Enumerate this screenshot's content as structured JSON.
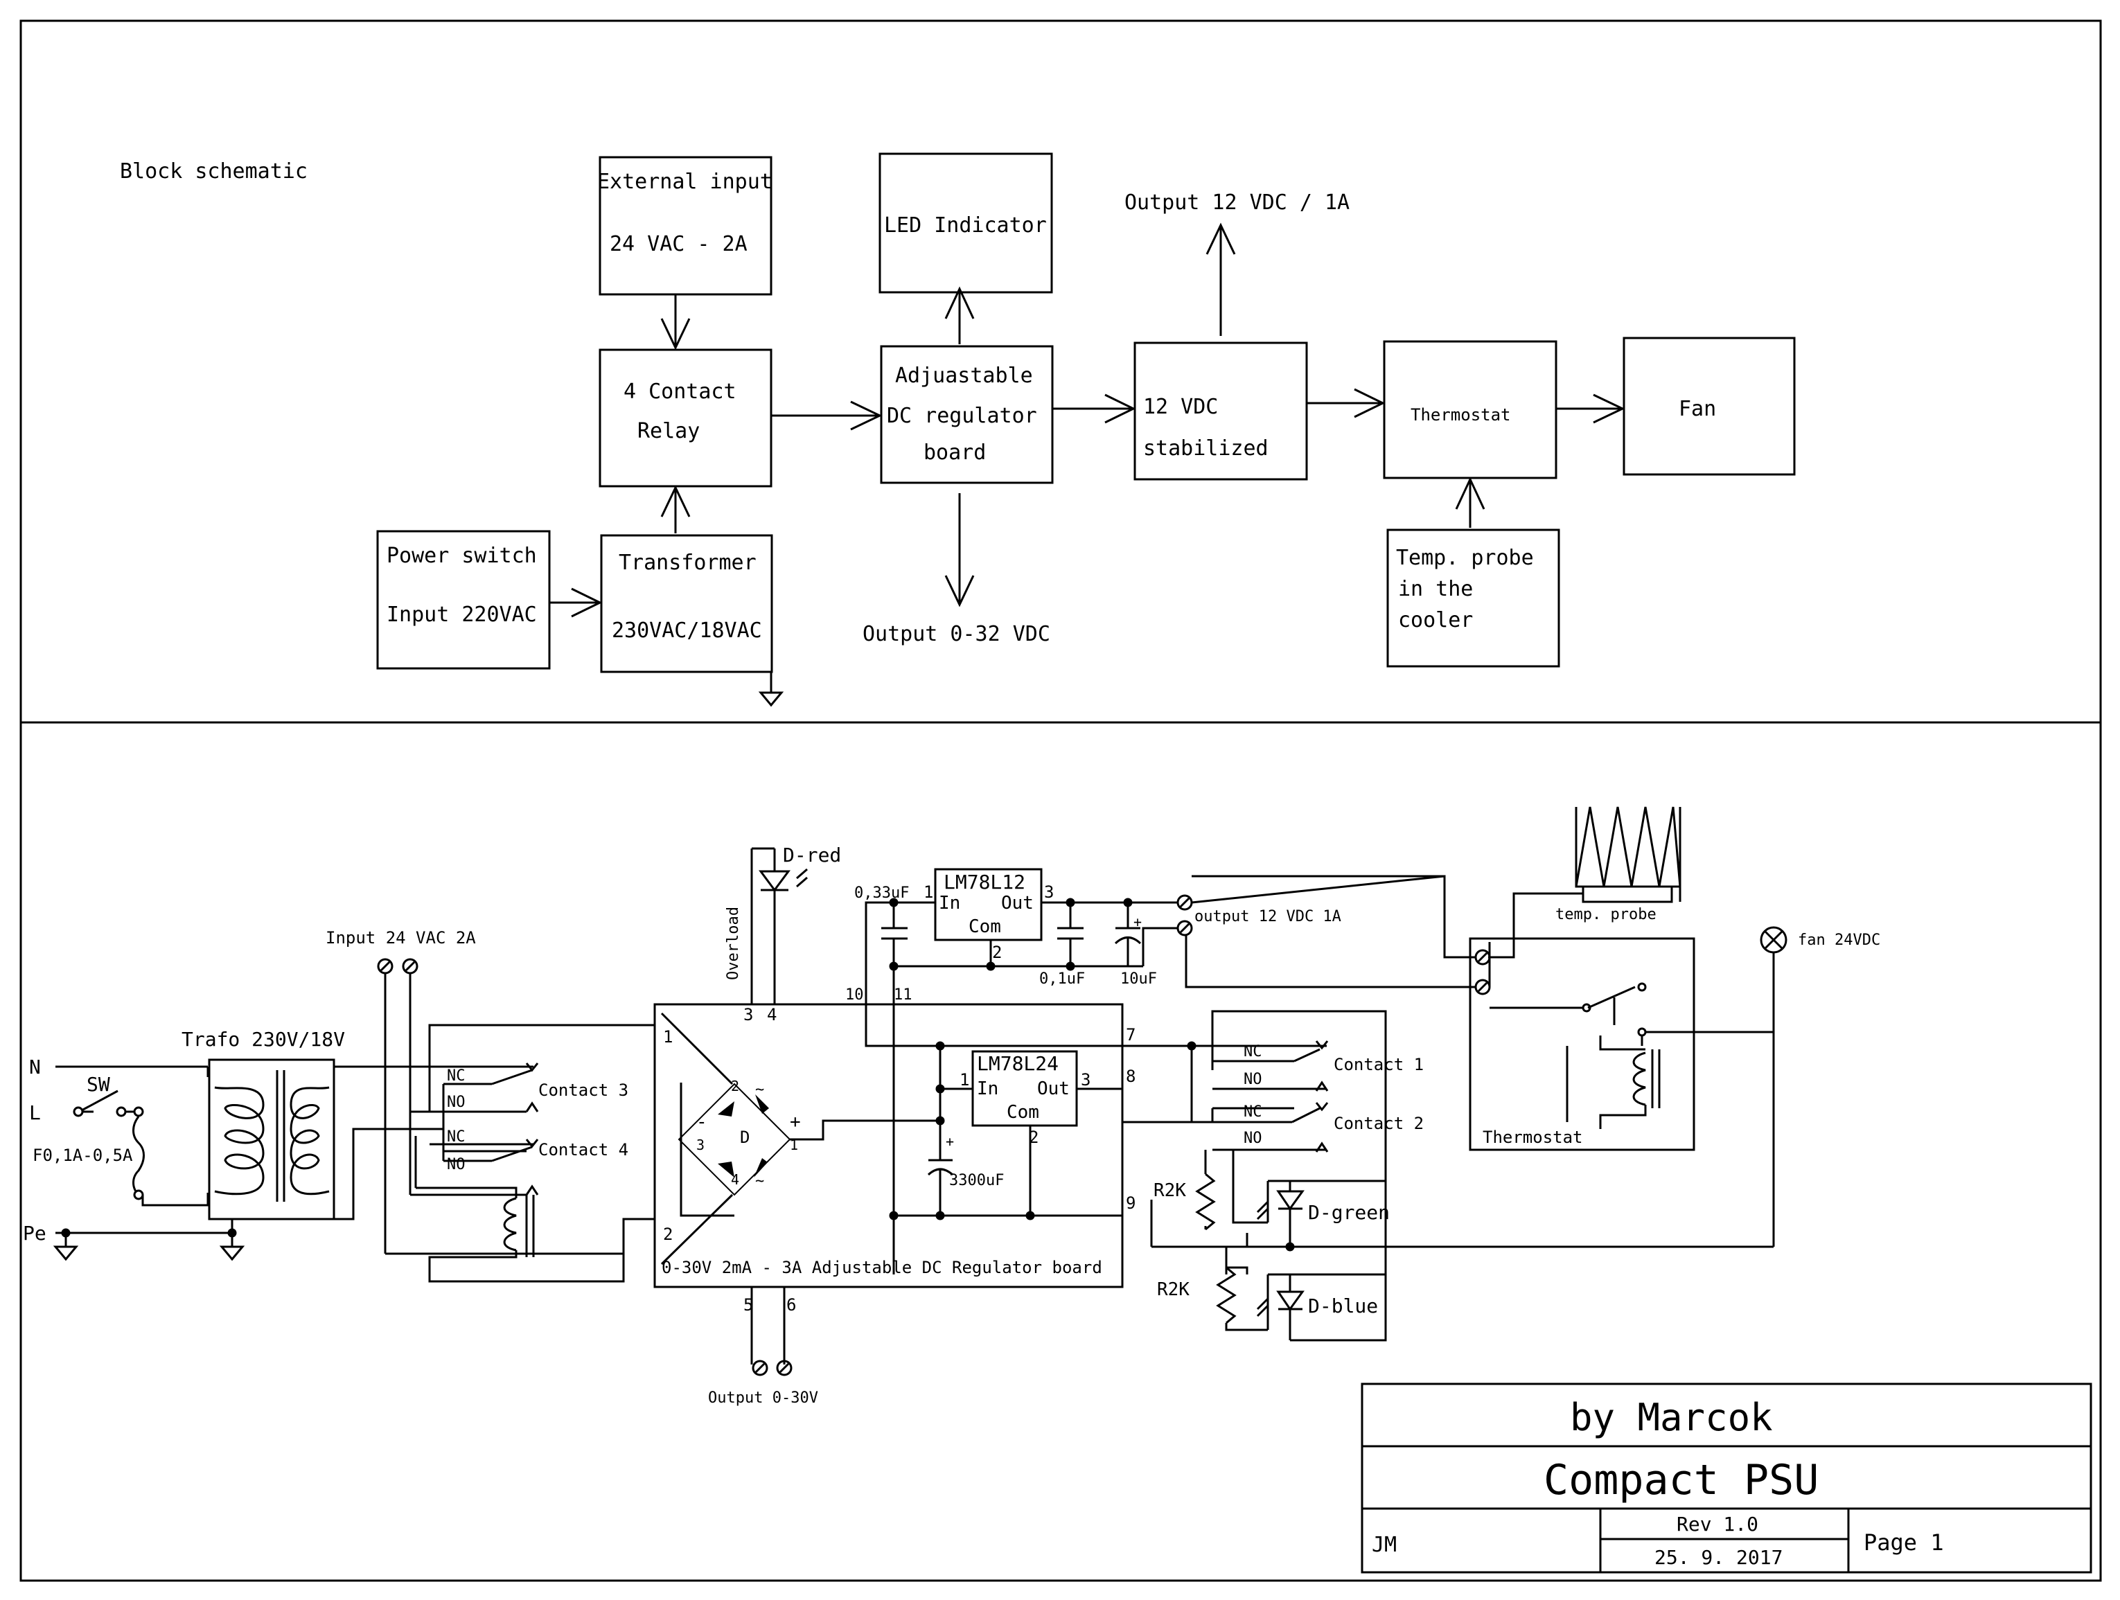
{
  "block": {
    "heading": "Block schematic",
    "ext_input_l1": "External input",
    "ext_input_l2": "24 VAC - 2A",
    "led_indicator": "LED Indicator",
    "output12_top": "Output 12 VDC / 1A",
    "relay_l1": "4 Contact",
    "relay_l2": "Relay",
    "adj_l1": "Adjuastable",
    "adj_l2": "DC regulator",
    "adj_l3": "board",
    "stab_l1": "12 VDC",
    "stab_l2": "stabilized",
    "thermostat": "Thermostat",
    "fan": "Fan",
    "power_l1": "Power switch",
    "power_l2": "Input 220VAC",
    "trafo_l1": "Transformer",
    "trafo_l2": "230VAC/18VAC",
    "out_0_32": "Output 0-32 VDC",
    "probe_l1": "Temp. probe",
    "probe_l2": "in the",
    "probe_l3": "cooler"
  },
  "schem": {
    "input24": "Input 24 VAC 2A",
    "trafo": "Trafo 230V/18V",
    "n": "N",
    "l": "L",
    "sw": "SW",
    "pe": "Pe",
    "fuse": "F0,1A-0,5A",
    "nc": "NC",
    "no": "NO",
    "contact3": "Contact 3",
    "contact4": "Contact 4",
    "contact1": "Contact 1",
    "contact2": "Contact 2",
    "overload": "Overload",
    "dred": "D-red",
    "cap033": "0,33uF",
    "lm12": "LM78L12",
    "in": "In",
    "out": "Out",
    "com": "Com",
    "cap01": "0,1uF",
    "cap10": "10uF",
    "output12": "output  12 VDC 1A",
    "tprobe": "temp. probe",
    "fan": "fan 24VDC",
    "lm24": "LM78L24",
    "cap3300": "3300uF",
    "bridge_d": "D",
    "thermostat": "Thermostat",
    "r2k": "R2K",
    "dgreen": "D-green",
    "dblue": "D-blue",
    "board": "0-30V 2mA - 3A Adjustable DC Regulator board",
    "output030": "Output 0-30V",
    "p1": "1",
    "p2": "2",
    "p3": "3",
    "p4": "4",
    "p5": "5",
    "p6": "6",
    "p7": "7",
    "p8": "8",
    "p9": "9",
    "p10": "10",
    "p11": "11",
    "plus": "+",
    "minus": "-",
    "tilde": "~"
  },
  "title": {
    "author": "by Marcok",
    "project": "Compact PSU",
    "initials": "JM",
    "rev": "Rev 1.0",
    "date": "25. 9. 2017",
    "page": "Page 1"
  }
}
